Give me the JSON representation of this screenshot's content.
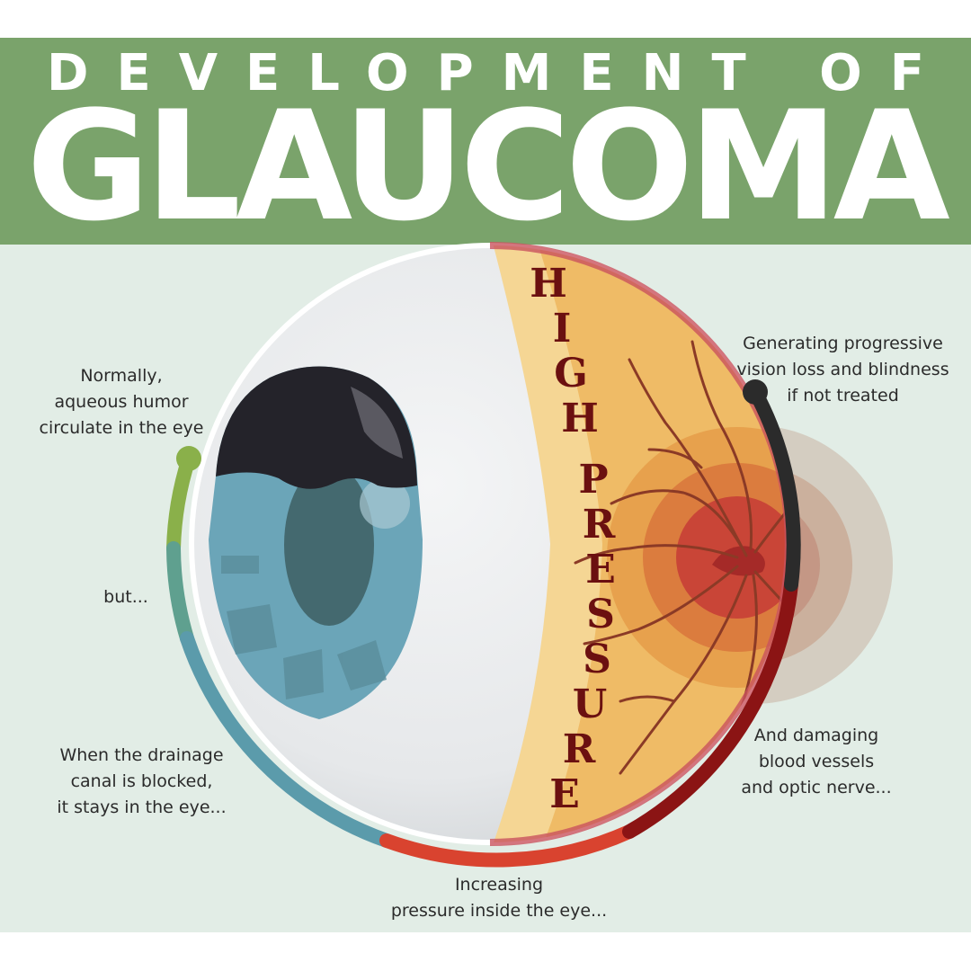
{
  "header": {
    "subtitle": "DEVELOPMENT OF",
    "title": "GLAUCOMA"
  },
  "pressure_text": "HIGH PRESSURE",
  "steps": [
    {
      "lines": [
        "Normally,",
        "aqueous humor",
        "circulate in the eye"
      ]
    },
    {
      "lines": [
        "but..."
      ]
    },
    {
      "lines": [
        "When the drainage",
        "canal is blocked,",
        "it stays in the eye..."
      ]
    },
    {
      "lines": [
        "Increasing",
        "pressure inside the eye..."
      ]
    },
    {
      "lines": [
        "And damaging",
        "blood vessels",
        "and optic nerve..."
      ]
    },
    {
      "lines": [
        "Generating progressive",
        "vision loss and blindness",
        "if not treated"
      ]
    }
  ],
  "colors": {
    "banner": "#7aa36b",
    "background": "#e2ede6",
    "step_normal": "#8ab04a",
    "step_but": "#5fa08f",
    "step_blocked": "#5b9bab",
    "step_increasing": "#d9432f",
    "step_damage": "#8b1414",
    "step_loss": "#2b2b2b",
    "pressure_text": "#6b1010",
    "iris": "#6ba5b8"
  }
}
